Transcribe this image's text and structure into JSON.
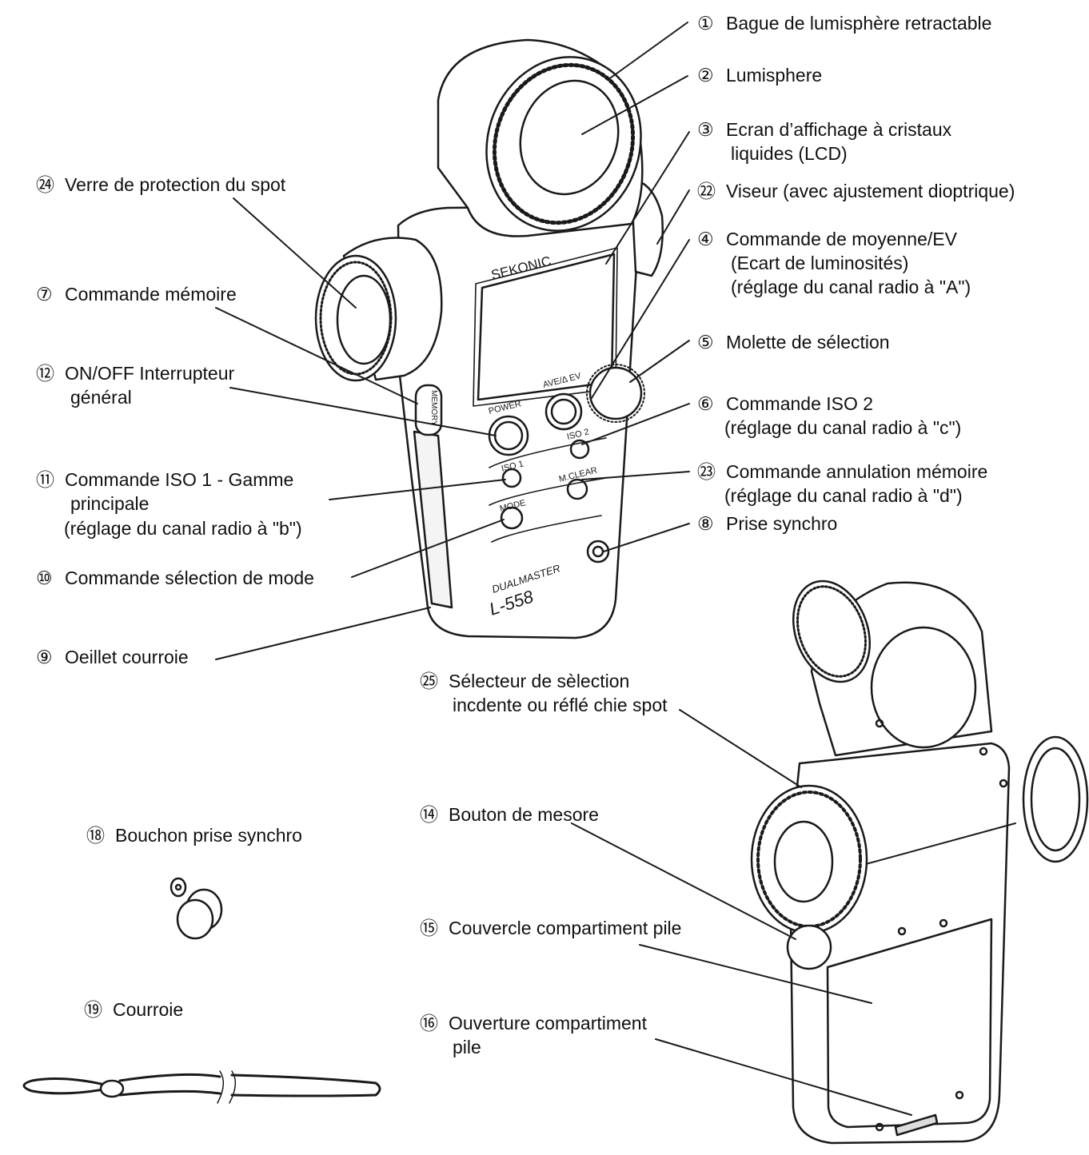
{
  "device": {
    "brand": "SEKONIC",
    "model_line1": "DUALMASTER",
    "model_line2": "L-558",
    "btn_power": "POWER",
    "btn_ave": "AVE/Δ EV",
    "btn_iso2": "ISO 2",
    "btn_iso1": "ISO 1",
    "btn_mclear": "M.CLEAR",
    "btn_mode": "MODE",
    "side_memory": "MEMORY"
  },
  "labels": [
    {
      "id": "l1",
      "num": "①",
      "lines": [
        "Bague de lumisphère retractable"
      ]
    },
    {
      "id": "l2",
      "num": "②",
      "lines": [
        "Lumisphere"
      ]
    },
    {
      "id": "l3",
      "num": "③",
      "lines": [
        "Ecran d’affichage à cristaux",
        "liquides (LCD)"
      ]
    },
    {
      "id": "l22",
      "num": "㉒",
      "lines": [
        "Viseur (avec ajustement dioptrique)"
      ]
    },
    {
      "id": "l4",
      "num": "④",
      "lines": [
        "Commande de moyenne/EV",
        "(Ecart de luminosités)",
        "(réglage du canal radio à \"A\")"
      ]
    },
    {
      "id": "l5",
      "num": "⑤",
      "lines": [
        "Molette de sélection"
      ]
    },
    {
      "id": "l6",
      "num": "⑥",
      "lines": [
        "Commande ISO 2",
        "(réglage du canal radio à \"c\")"
      ]
    },
    {
      "id": "l23",
      "num": "㉓",
      "lines": [
        "Commande annulation mémoire",
        "(réglage du canal radio à \"d\")"
      ]
    },
    {
      "id": "l8",
      "num": "⑧",
      "lines": [
        "Prise synchro"
      ]
    },
    {
      "id": "l24",
      "num": "㉔",
      "lines": [
        "Verre de protection du spot"
      ]
    },
    {
      "id": "l7",
      "num": "⑦",
      "lines": [
        "Commande mémoire"
      ]
    },
    {
      "id": "l12",
      "num": "⑫",
      "lines": [
        "ON/OFF Interrupteur",
        "général"
      ]
    },
    {
      "id": "l11",
      "num": "⑪",
      "lines": [
        "Commande ISO 1 - Gamme",
        "principale",
        "(réglage du canal radio à \"b\")"
      ]
    },
    {
      "id": "l10",
      "num": "⑩",
      "lines": [
        "Commande sélection de mode"
      ]
    },
    {
      "id": "l9",
      "num": "⑨",
      "lines": [
        "Oeillet courroie"
      ]
    },
    {
      "id": "l25",
      "num": "㉕",
      "lines": [
        "Sélecteur de sèlection",
        "incdente ou réflé chie spot"
      ]
    },
    {
      "id": "l14",
      "num": "⑭",
      "lines": [
        "Bouton de mesore"
      ]
    },
    {
      "id": "l15",
      "num": "⑮",
      "lines": [
        "Couvercle compartiment pile"
      ]
    },
    {
      "id": "l16",
      "num": "⑯",
      "lines": [
        "Ouverture compartiment",
        "pile"
      ]
    },
    {
      "id": "l18",
      "num": "⑱",
      "lines": [
        "Bouchon prise synchro"
      ]
    },
    {
      "id": "l19",
      "num": "⑲",
      "lines": [
        "Courroie"
      ]
    }
  ]
}
